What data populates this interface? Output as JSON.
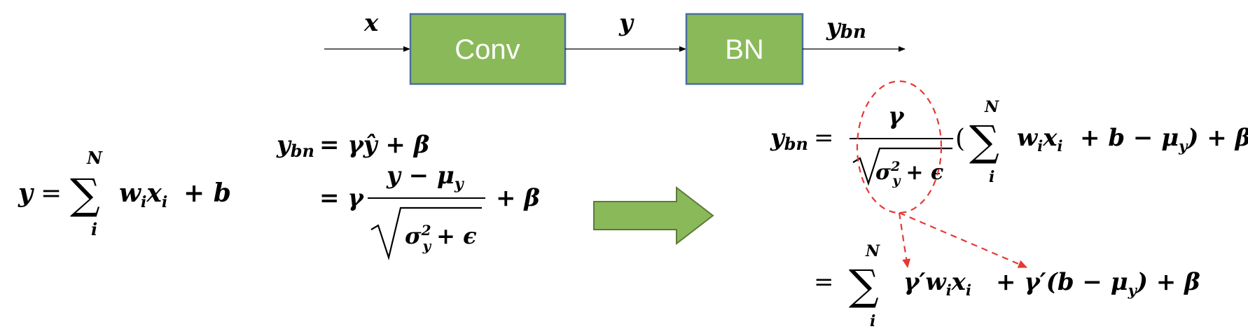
{
  "colors": {
    "block_fill": "#8AB95A",
    "block_stroke": "#4A6FA0",
    "block_text": "#ffffff",
    "arrow_fill": "#8AB95A",
    "arrow_stroke": "#5A7A3A",
    "annotation": "#E53935",
    "ink": "#000000"
  },
  "pipeline": {
    "input_label": "x",
    "conv_label": "Conv",
    "mid_label": "y",
    "bn_label": "BN",
    "output_label": "y",
    "output_sub": "bn"
  },
  "eq_conv": {
    "lhs": "y",
    "eq": "=",
    "sum": "∑",
    "sup": "N",
    "sub": "i",
    "w": "w",
    "wi": "i",
    "x": "x",
    "xi": "i",
    "plus_b": "+ b"
  },
  "eq_bn": {
    "lhs": "y",
    "lhs_sub": "bn",
    "line1_rhs": "= γŷ + β",
    "eq2": "= γ",
    "num": "y − μ",
    "num_sub": "y",
    "den_sigma": "σ",
    "den_sup": "2",
    "den_sub": "y",
    "den_rest": "+ ϵ",
    "plus_beta": "+ β"
  },
  "eq_fused": {
    "lhs": "y",
    "lhs_sub": "bn",
    "eq": "=",
    "gamma": "γ",
    "den_sigma": "σ",
    "den_sup": "2",
    "den_sub": "y",
    "den_rest": "+ ϵ",
    "open": "(",
    "sum": "∑",
    "sup": "N",
    "sub": "i",
    "term": "w",
    "term_i": "i",
    "term_x": "x",
    "term_xi": "i",
    "rest": "+ b − μ",
    "rest_sub": "y",
    "close": ") + β",
    "line2_eq": "=",
    "line2_sum": "∑",
    "line2_sup": "N",
    "line2_sub": "i",
    "line2_gp": "γ′w",
    "line2_wi": "i",
    "line2_x": "x",
    "line2_xi": "i",
    "line2_mid": "+ γ′(b − μ",
    "line2_mid_sub": "y",
    "line2_end": ") + β"
  }
}
